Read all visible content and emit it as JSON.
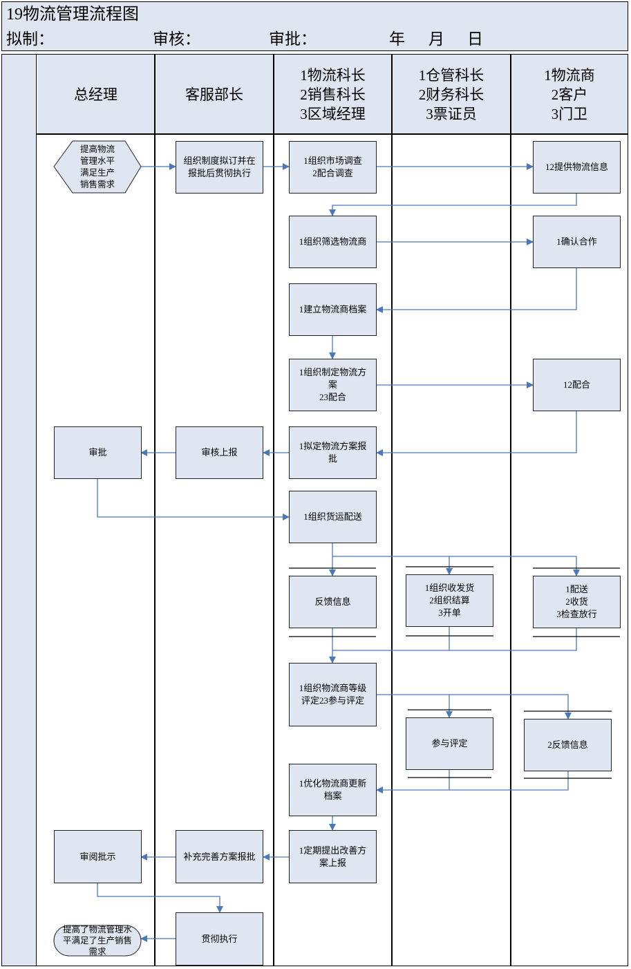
{
  "header": {
    "title": "19物流管理流程图",
    "drafted_label": "拟制：",
    "reviewed_label": "审核：",
    "approved_label": "审批：",
    "year_label": "年",
    "month_label": "月",
    "day_label": "日"
  },
  "lanes": [
    {
      "label": "总经理"
    },
    {
      "label": "客服部长"
    },
    {
      "label": "1物流科长\n2销售科长\n3区域经理"
    },
    {
      "label": "1仓管科长\n2财务科长\n3票证员"
    },
    {
      "label": "1物流商\n2客户\n3门卫"
    }
  ],
  "nodes": {
    "start": "提高物流\n管理水平\n满足生产\n销售需求",
    "n_policy": "组织制度拟订并在\n报批后贯彻执行",
    "n_survey": "1组织市场调查\n2配合调查",
    "n_provide_info": "12提供物流信息",
    "n_screen": "1组织筛选物流商",
    "n_confirm": "1确认合作",
    "n_file": "1建立物流商档案",
    "n_plan": "1组织制定物流方\n案\n23配合",
    "n_cooperate": "12配合",
    "n_approve": "审批",
    "n_review_report": "审核上报",
    "n_draft_plan": "1拟定物流方案报\n批",
    "n_dispatch": "1组织货运配送",
    "n_feedback": "反馈信息",
    "n_warehouse": "1组织收发货\n2组织结算\n3开单",
    "n_delivery": "1配送\n2收货\n3检查放行",
    "n_rating": "1组织物流商等级\n评定23参与评定",
    "n_join_rating": "参与评定",
    "n_feedback2": "2反馈信息",
    "n_optimize": "1优化物流商更新\n档案",
    "n_improve": "1定期提出改善方\n案上报",
    "n_supplement": "补充完善方案报批",
    "n_read_instruct": "审阅批示",
    "n_implement": "贯彻执行",
    "end": "提高了物流管理水\n平满足了生产销售\n需求"
  },
  "colors": {
    "box_fill": "#dfe6f1",
    "arrow": "#4a78b8",
    "line": "#000000"
  }
}
